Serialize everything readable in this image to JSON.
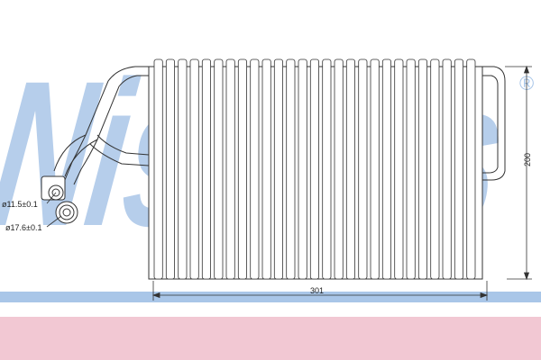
{
  "brand": {
    "watermark_text": "Nissens",
    "registered_mark": "®",
    "watermark_color": "#a9c6e8",
    "band_pink_color": "#f2c8d3"
  },
  "drawing": {
    "line_color": "#333333",
    "fill_color": "#ffffff",
    "fin_count": 27
  },
  "dimensions": {
    "width_label": "301",
    "height_label": "200",
    "pipe_small_label": "ø11.5±0.1",
    "pipe_large_label": "ø17.6±0.1"
  }
}
